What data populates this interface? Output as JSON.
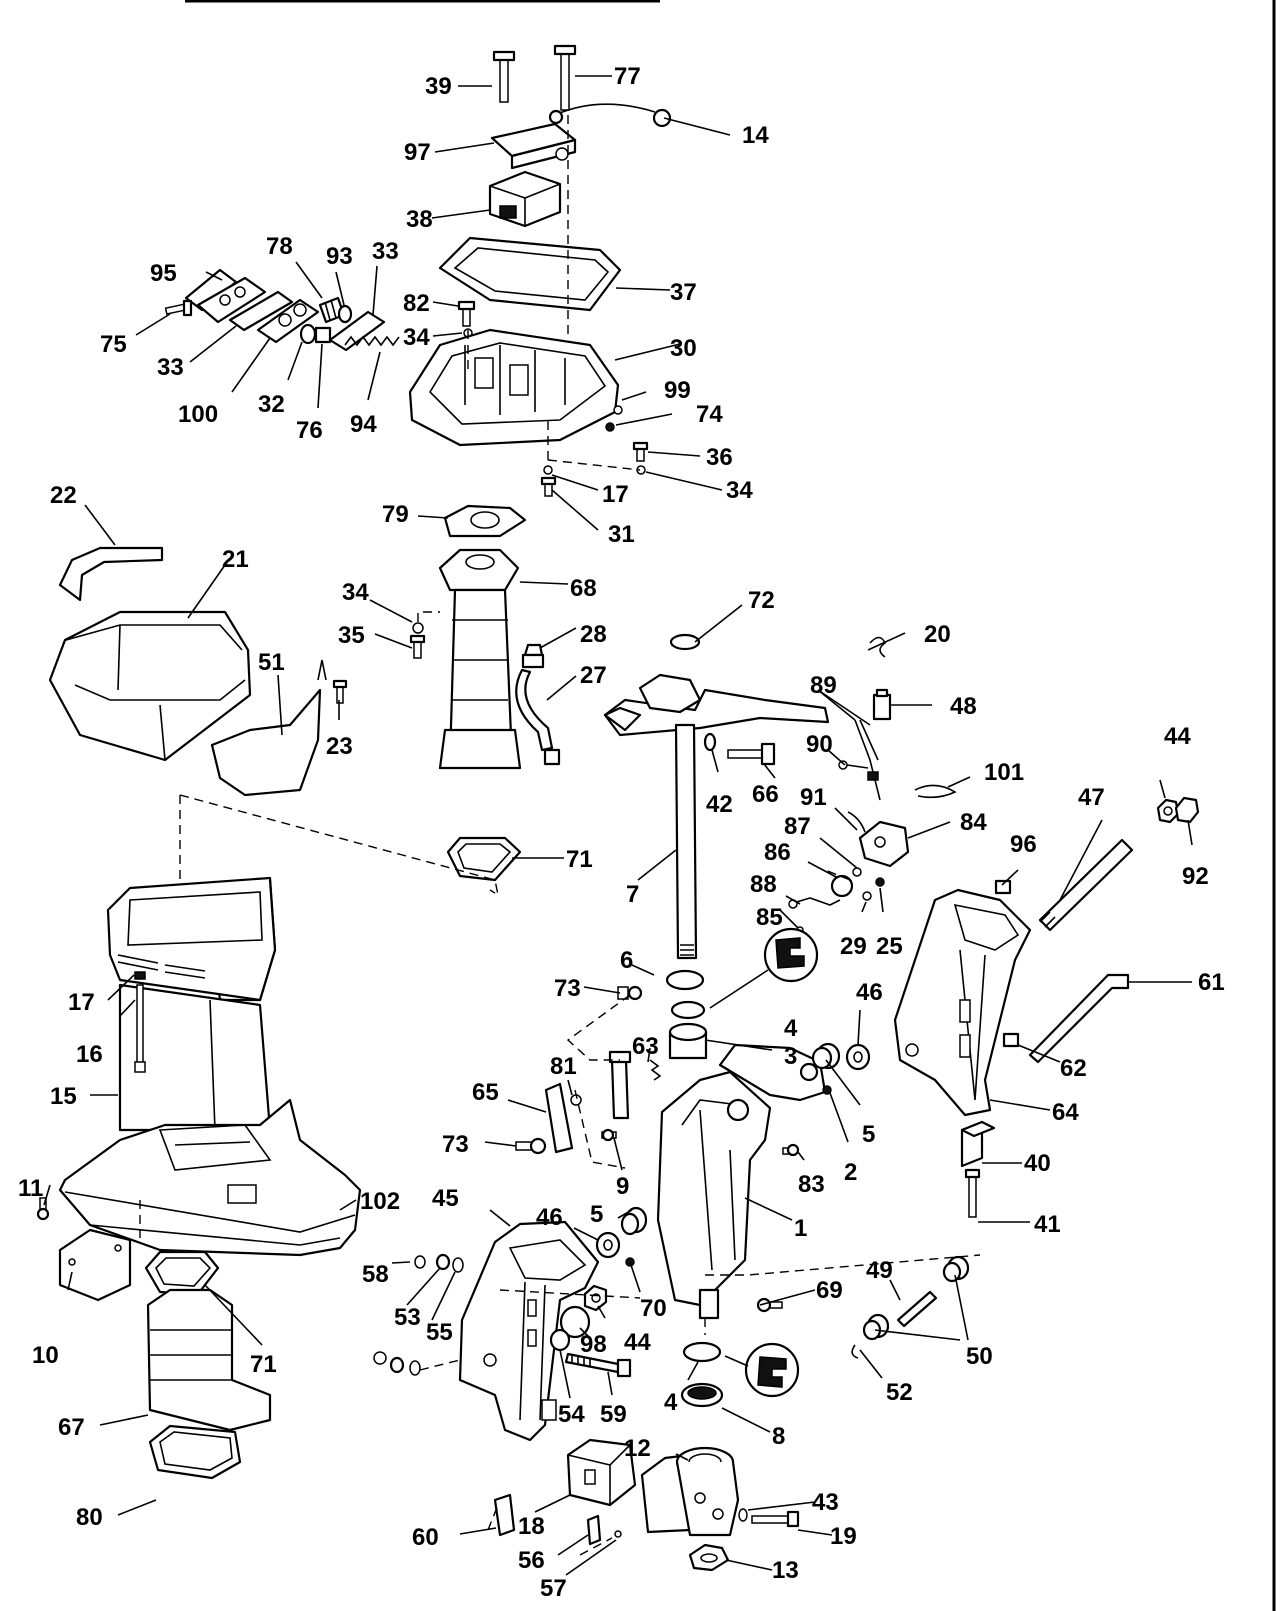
{
  "title": "",
  "callouts": {
    "c1": "1",
    "c2": "2",
    "c3": "3",
    "c4a": "4",
    "c4b": "4",
    "c5a": "5",
    "c5b": "5",
    "c6": "6",
    "c7": "7",
    "c8": "8",
    "c9": "9",
    "c10": "10",
    "c11": "11",
    "c12": "12",
    "c13": "13",
    "c14": "14",
    "c15": "15",
    "c16": "16",
    "c17a": "17",
    "c17b": "17",
    "c18": "18",
    "c19": "19",
    "c20": "20",
    "c21": "21",
    "c22": "22",
    "c23": "23",
    "c25": "25",
    "c27": "27",
    "c28": "28",
    "c29": "29",
    "c30": "30",
    "c31": "31",
    "c32": "32",
    "c33a": "33",
    "c33b": "33",
    "c34a": "34",
    "c34b": "34",
    "c34c": "34",
    "c35": "35",
    "c36": "36",
    "c37": "37",
    "c38": "38",
    "c39": "39",
    "c40": "40",
    "c41": "41",
    "c42": "42",
    "c43": "43",
    "c44a": "44",
    "c44b": "44",
    "c45": "45",
    "c46a": "46",
    "c46b": "46",
    "c47": "47",
    "c48": "48",
    "c49": "49",
    "c50": "50",
    "c51": "51",
    "c52": "52",
    "c53": "53",
    "c54": "54",
    "c55": "55",
    "c56": "56",
    "c57": "57",
    "c58": "58",
    "c59": "59",
    "c60": "60",
    "c61": "61",
    "c62": "62",
    "c63": "63",
    "c64": "64",
    "c65": "65",
    "c66": "66",
    "c67": "67",
    "c68": "68",
    "c69": "69",
    "c70": "70",
    "c71a": "71",
    "c71b": "71",
    "c72": "72",
    "c73a": "73",
    "c73b": "73",
    "c74": "74",
    "c75": "75",
    "c76": "76",
    "c77": "77",
    "c78": "78",
    "c79": "79",
    "c80": "80",
    "c81": "81",
    "c82": "82",
    "c83": "83",
    "c84": "84",
    "c85": "85",
    "c86": "86",
    "c87": "87",
    "c88": "88",
    "c89": "89",
    "c90": "90",
    "c91": "91",
    "c92": "92",
    "c93": "93",
    "c94": "94",
    "c95": "95",
    "c96": "96",
    "c97": "97",
    "c98": "98",
    "c99": "99",
    "c100": "100",
    "c101": "101",
    "c102": "102"
  },
  "icons": {
    "grease_symbol_top": "lubricate-symbol-icon",
    "grease_symbol_bottom": "lubricate-symbol-icon"
  }
}
